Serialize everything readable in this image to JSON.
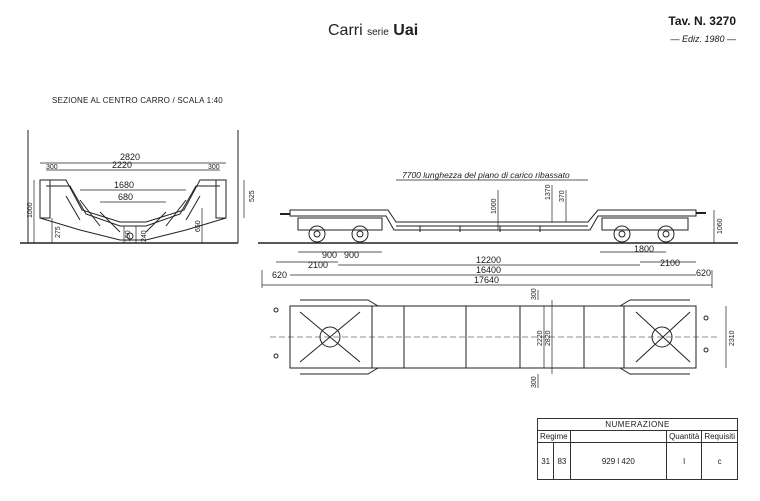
{
  "header": {
    "title_prefix": "Carri",
    "title_mid": "serie",
    "title_code": "Uai",
    "tav": "Tav. N. 3270",
    "ediz": "— Ediz. 1980 —"
  },
  "section_view": {
    "caption": "SEZIONE AL CENTRO CARRO / SCALA 1:40",
    "dims": {
      "d2820": "2820",
      "d2220": "2220",
      "d300_left": "300",
      "d300_right": "300",
      "d1680": "1680",
      "d680": "680",
      "d1000": "1000",
      "d275": "275",
      "d150": "150",
      "d240": "240",
      "d650": "650",
      "d525": "525"
    }
  },
  "side_view": {
    "deck_label": "7700 lunghezza del piano di carico ribassato",
    "dims": {
      "d1000": "1000",
      "d1370": "1370",
      "d370": "370",
      "d1060": "1060",
      "d900a": "900",
      "d900b": "900",
      "d2100a": "2100",
      "d1800": "1800",
      "d2100b": "2100",
      "d620a": "620",
      "d12200": "12200",
      "d16400": "16400",
      "d620b": "620",
      "d17640": "17640"
    }
  },
  "plan_view": {
    "dims": {
      "d300_top": "300",
      "d2220": "2220",
      "d2820": "2820",
      "d300_bottom": "300",
      "d2310": "2310"
    }
  },
  "numerazione": {
    "title": "NUMERAZIONE",
    "col_regime": "Regime",
    "col_quantita": "Quantità",
    "col_requisiti": "Requisiti",
    "regime_a": "31",
    "regime_b": "83",
    "number": "929  l  420",
    "quantita": "l",
    "requisiti": "c"
  }
}
